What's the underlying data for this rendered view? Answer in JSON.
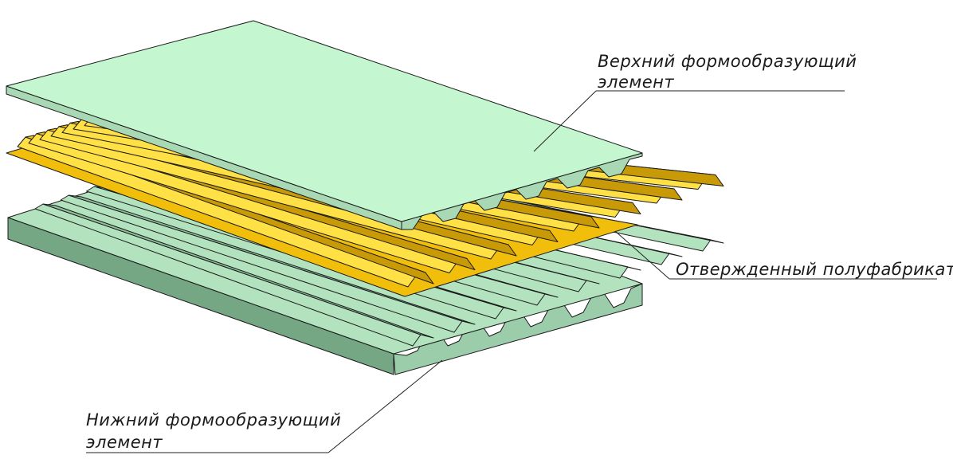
{
  "labels": {
    "upper_line1": "Верхний формообразующий",
    "upper_line2": "элемент",
    "middle": "Отвержденный полуфабрикат",
    "lower_line1": "Нижний формообразующий",
    "lower_line2": "элемент"
  },
  "colors": {
    "upper_top": "#c4f7cf",
    "upper_side": "#a8d8b4",
    "middle_crest": "#f2be0c",
    "middle_bright": "#ffe045",
    "middle_dark": "#c99a08",
    "lower_top": "#b2e2be",
    "lower_groove": "#8fc19d",
    "lower_side": "#76a784",
    "lower_front": "#9ccdaa"
  },
  "corrugation": {
    "ridge_count": 8
  }
}
